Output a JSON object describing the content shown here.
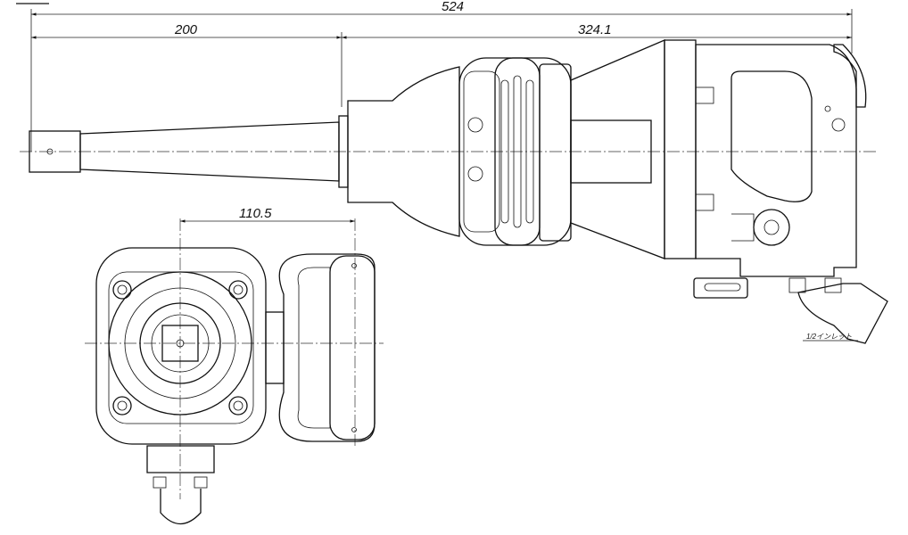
{
  "title": "Impact wrench dimensional drawing",
  "dimensions": {
    "overall_length": "524",
    "anvil_length": "200",
    "body_length": "324.1",
    "handle_offset": "110.5"
  },
  "labels": {
    "inlet": "1/2インレット"
  }
}
